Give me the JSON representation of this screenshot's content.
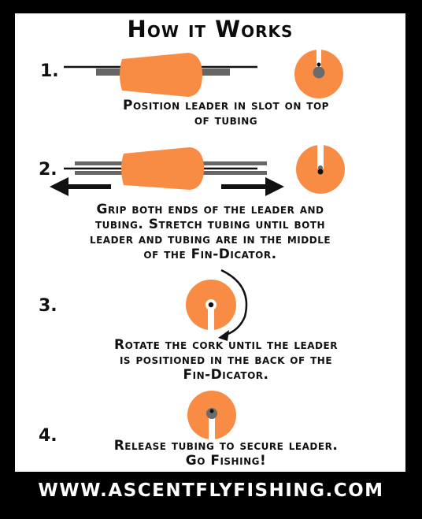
{
  "title": "How it Works",
  "steps": [
    {
      "number": "1.",
      "text_lines": [
        "Position leader  in slot on top",
        "of tubing"
      ]
    },
    {
      "number": "2.",
      "text_lines": [
        "Grip both ends of the leader and",
        "tubing.  Stretch tubing until both",
        "leader and tubing are in the middle",
        "of the Fin-Dicator."
      ]
    },
    {
      "number": "3.",
      "text_lines": [
        "Rotate the cork until the leader",
        "is positioned in the back of the",
        "Fin-Dicator."
      ]
    },
    {
      "number": "4.",
      "text_lines": [
        "Release tubing to secure leader.",
        "Go Fishing!"
      ]
    }
  ],
  "footer": "WWW.ASCENTFLYFISHING.COM",
  "colors": {
    "cork": "#f98c45",
    "tubing": "#666666",
    "leader": "#111111",
    "background": "#000000",
    "card": "#ffffff"
  },
  "icons": [
    "cork-side-view",
    "cork-end-view",
    "arrow-left",
    "arrow-right",
    "rotate-arrow"
  ]
}
